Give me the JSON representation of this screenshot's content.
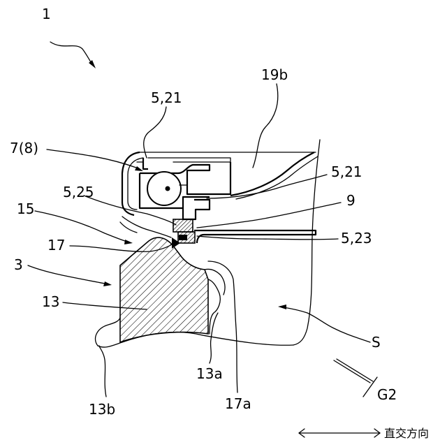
{
  "labels": {
    "device": "1",
    "ref_5_21_top": "5,21",
    "ref_5_21_right": "5,21",
    "ref_7_8": "7(8)",
    "ref_19b": "19b",
    "ref_5_25": "5,25",
    "ref_9": "9",
    "ref_15": "15",
    "ref_5_23": "5,23",
    "ref_17": "17",
    "ref_3": "3",
    "ref_13": "13",
    "ref_s": "S",
    "ref_13a": "13a",
    "ref_13b": "13b",
    "ref_17a": "17a",
    "ref_g2": "G2",
    "direction_caption": "直交方向"
  }
}
